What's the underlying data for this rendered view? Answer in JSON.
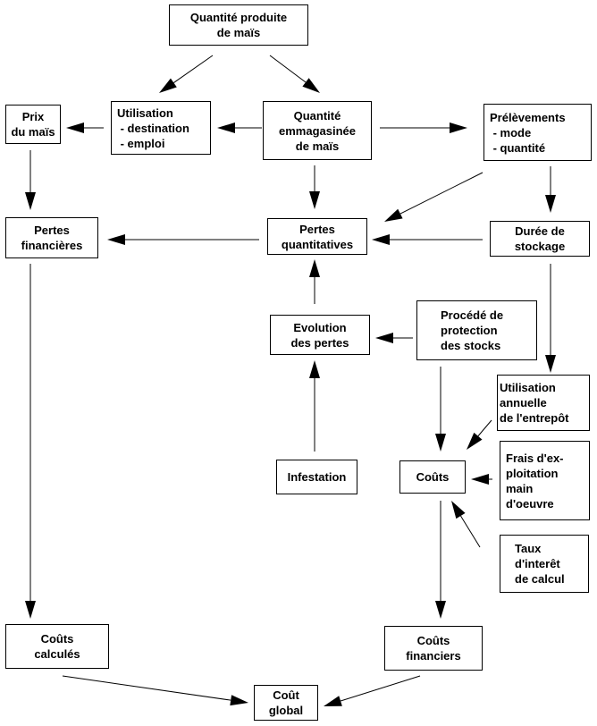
{
  "diagram": {
    "nodes": {
      "quantite_produite": [
        "Quantité produite",
        "de maïs"
      ],
      "prix": [
        "Prix",
        "du maïs"
      ],
      "utilisation": [
        "Utilisation",
        " - destination",
        " - emploi"
      ],
      "quantite_emmagasinee": [
        "Quantité",
        "emmagasinée",
        "de maïs"
      ],
      "prelevements": [
        "Prélèvements",
        " - mode",
        " - quantité"
      ],
      "pertes_financieres": [
        "Pertes",
        "financières"
      ],
      "pertes_quantitatives": [
        "Pertes",
        "quantitatives"
      ],
      "duree_stockage": [
        "Durée de",
        "stockage"
      ],
      "evolution_pertes": [
        "Evolution",
        "des pertes"
      ],
      "procede_protection": [
        "Procédé de",
        "protection",
        "des stocks"
      ],
      "utilisation_annuelle": [
        "Utilisation",
        "annuelle",
        "de l'entrepôt"
      ],
      "infestation": [
        "Infestation"
      ],
      "couts": [
        "Coûts"
      ],
      "frais_exploitation": [
        "Frais d'ex-",
        "ploitation",
        "main",
        "d'oeuvre"
      ],
      "taux_interet": [
        "Taux",
        "d'interêt",
        "de calcul"
      ],
      "couts_calcules": [
        "Coûts",
        "calculés"
      ],
      "couts_financiers": [
        "Coûts",
        "financiers"
      ],
      "cout_global": [
        "Coût",
        "global"
      ]
    },
    "edges": [
      {
        "from": "quantite_produite",
        "to": "utilisation"
      },
      {
        "from": "quantite_produite",
        "to": "quantite_emmagasinee"
      },
      {
        "from": "utilisation",
        "to": "prix"
      },
      {
        "from": "quantite_emmagasinee",
        "to": "utilisation"
      },
      {
        "from": "quantite_emmagasinee",
        "to": "prelevements"
      },
      {
        "from": "quantite_emmagasinee",
        "to": "pertes_quantitatives"
      },
      {
        "from": "prix",
        "to": "pertes_financieres"
      },
      {
        "from": "prelevements",
        "to": "pertes_quantitatives"
      },
      {
        "from": "prelevements",
        "to": "duree_stockage"
      },
      {
        "from": "pertes_quantitatives",
        "to": "pertes_financieres"
      },
      {
        "from": "duree_stockage",
        "to": "pertes_quantitatives"
      },
      {
        "from": "evolution_pertes",
        "to": "pertes_quantitatives"
      },
      {
        "from": "procede_protection",
        "to": "evolution_pertes"
      },
      {
        "from": "duree_stockage",
        "to": "utilisation_annuelle"
      },
      {
        "from": "infestation",
        "to": "evolution_pertes"
      },
      {
        "from": "procede_protection",
        "to": "couts"
      },
      {
        "from": "utilisation_annuelle",
        "to": "couts"
      },
      {
        "from": "frais_exploitation",
        "to": "couts"
      },
      {
        "from": "taux_interet",
        "to": "couts"
      },
      {
        "from": "pertes_financieres",
        "to": "couts_calcules"
      },
      {
        "from": "couts",
        "to": "couts_financiers"
      },
      {
        "from": "couts_calcules",
        "to": "cout_global"
      },
      {
        "from": "couts_financiers",
        "to": "cout_global"
      }
    ]
  }
}
